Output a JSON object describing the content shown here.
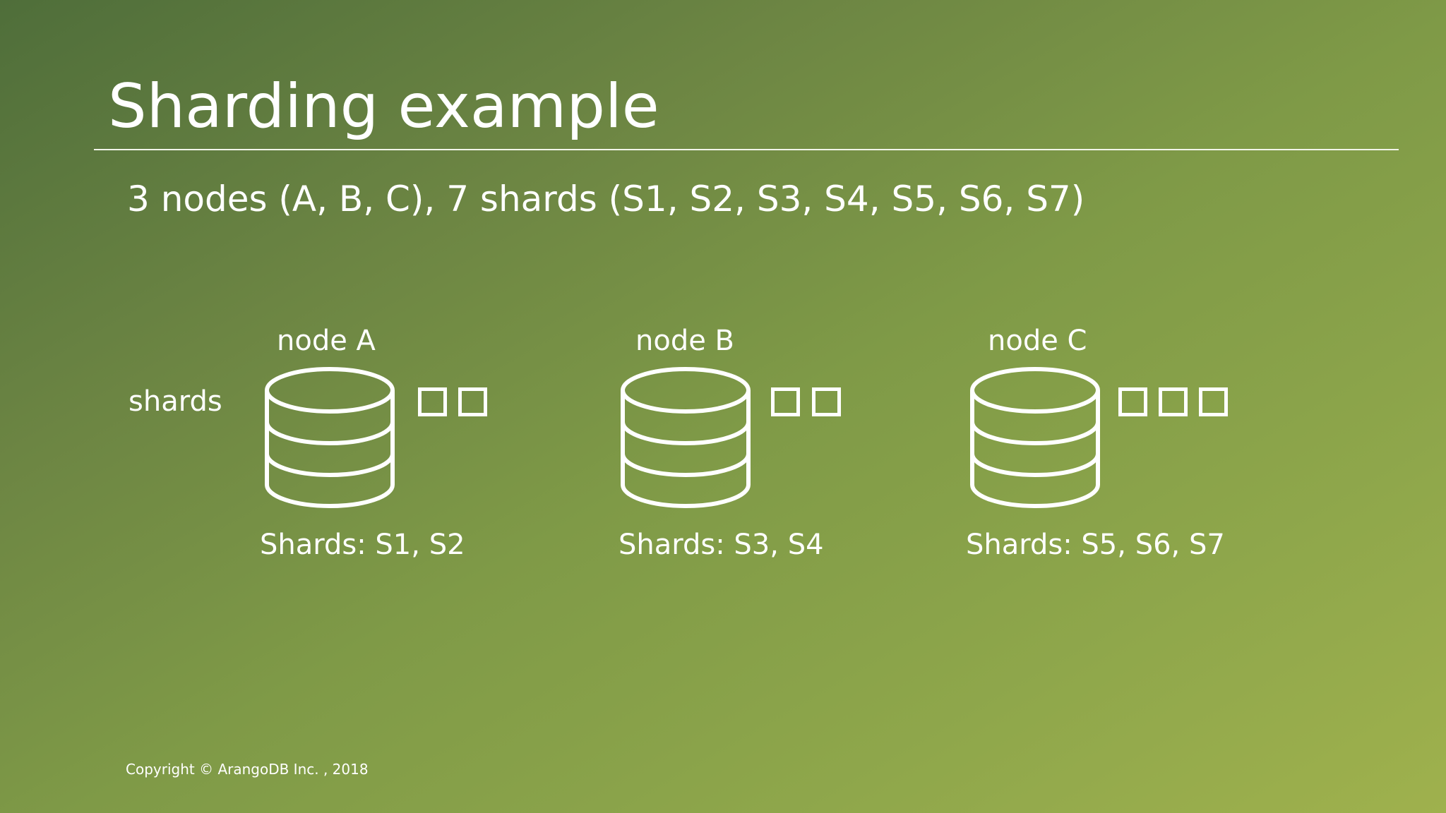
{
  "slide": {
    "title": "Sharding example",
    "subtitle": "3 nodes (A, B, C), 7 shards (S1, S2, S3, S4, S5, S6, S7)",
    "row_label": "shards",
    "footer": "Copyright © ArangoDB Inc. , 2018"
  },
  "nodes": [
    {
      "label": "node A",
      "caption": "Shards: S1, S2",
      "shard_count": 2,
      "icon": "database-icon"
    },
    {
      "label": "node B",
      "caption": "Shards: S3, S4",
      "shard_count": 2,
      "icon": "database-icon"
    },
    {
      "label": "node C",
      "caption": "Shards: S5, S6, S7",
      "shard_count": 3,
      "icon": "database-icon"
    }
  ],
  "colors": {
    "foreground": "#ffffff",
    "background_start": "#4f6e3a",
    "background_end": "#9fb14d"
  }
}
